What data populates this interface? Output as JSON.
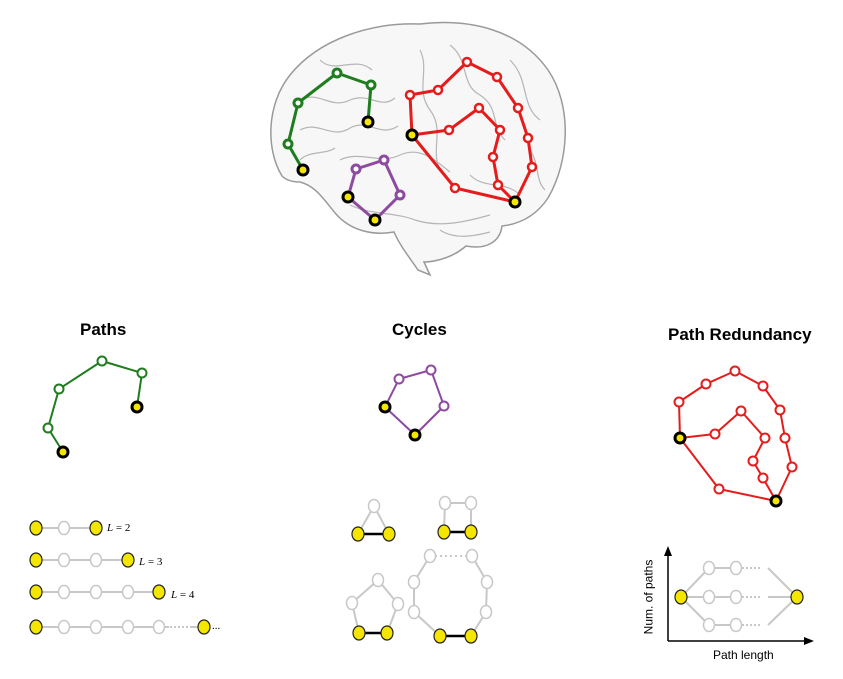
{
  "panels": {
    "paths": {
      "title": "Paths"
    },
    "cycles": {
      "title": "Cycles"
    },
    "redundancy": {
      "title": "Path Redundancy"
    }
  },
  "path_length_labels": {
    "l2": {
      "var": "L",
      "eq": " = 2"
    },
    "l3": {
      "var": "L",
      "eq": " = 3"
    },
    "l4": {
      "var": "L",
      "eq": " = 4"
    },
    "more": "..."
  },
  "redundancy_axes": {
    "x_label": "Path length",
    "y_label": "Num. of paths"
  },
  "colors": {
    "path": "#1e7d1e",
    "cycle": "#8e4aa0",
    "redundancy": "#e51c1c",
    "node_fill": "#ffffff",
    "endpoint_fill": "#f5e600",
    "endpoint_stroke": "#000000",
    "gray": "#c8c8c8",
    "highlight_edge": "#000000",
    "brain_outline": "#9a9a9a"
  }
}
